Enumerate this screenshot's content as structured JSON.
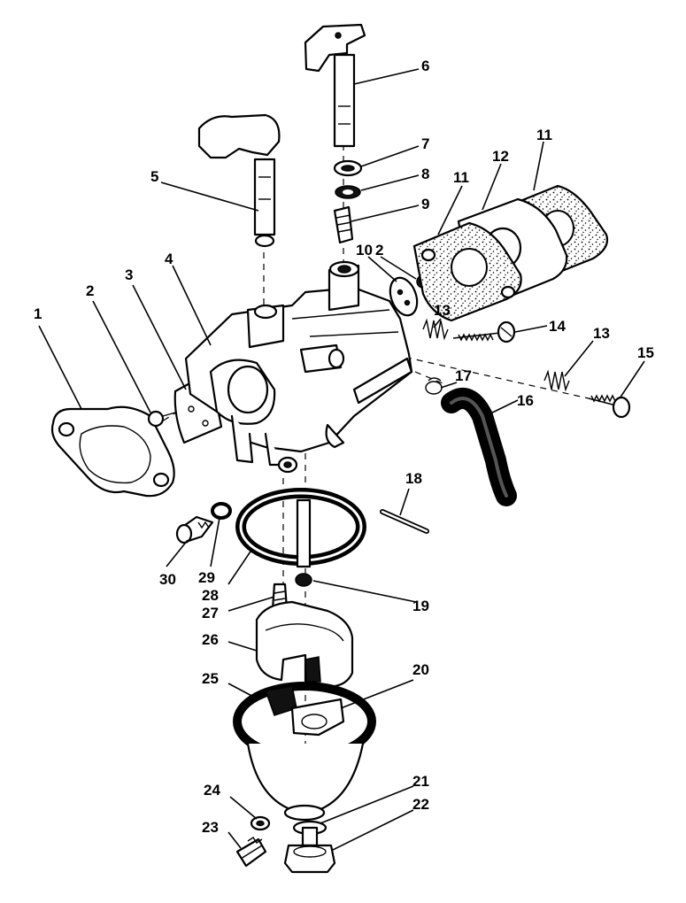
{
  "diagram": {
    "labels": [
      "1",
      "2",
      "3",
      "4",
      "5",
      "6",
      "7",
      "8",
      "9",
      "10",
      "11",
      "11",
      "12",
      "2",
      "13",
      "14",
      "13",
      "15",
      "16",
      "17",
      "18",
      "19",
      "20",
      "21",
      "22",
      "23",
      "24",
      "25",
      "26",
      "27",
      "28",
      "29",
      "30"
    ]
  }
}
